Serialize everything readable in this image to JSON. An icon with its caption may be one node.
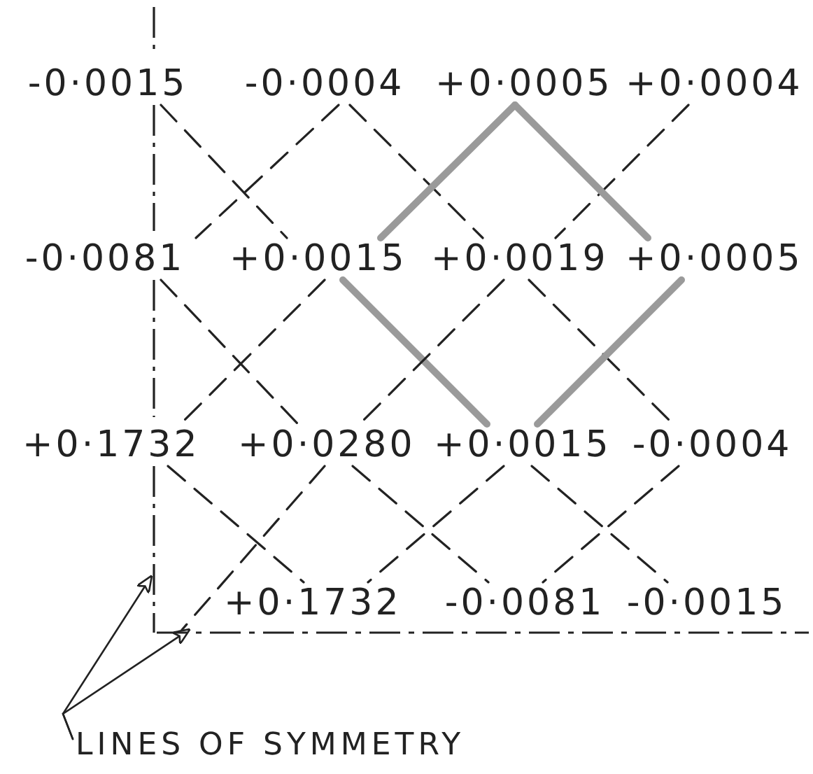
{
  "diagram": {
    "nodes": [
      {
        "text": [
          "-0·0015"
        ]
      },
      {
        "text": [
          "-0·0004"
        ]
      },
      {
        "text": [
          "+0·0005"
        ]
      },
      {
        "text": [
          "+0·0004"
        ]
      },
      {
        "text": [
          "-0·0081"
        ]
      },
      {
        "text": [
          "+0·0015"
        ]
      },
      {
        "text": [
          "+0·0019"
        ]
      },
      {
        "text": [
          "+0·0005"
        ]
      },
      {
        "text": [
          "+0·1732"
        ]
      },
      {
        "text": [
          "+0·0280"
        ]
      },
      {
        "text": [
          "+0·0015"
        ]
      },
      {
        "text": [
          "-0·0004"
        ]
      },
      {
        "text": [
          "+0·1732"
        ]
      },
      {
        "text": [
          "-0·0081"
        ]
      },
      {
        "text": [
          "-0·0015"
        ]
      },
      {
        "text": [],
        "shape": "line"
      },
      {
        "text": [],
        "shape": "line"
      },
      {
        "text": [
          "LINES OF SYMMETRY"
        ]
      }
    ],
    "edges": [
      {
        "from": 0,
        "to": 5,
        "arrow": "none",
        "style": "dashed"
      },
      {
        "from": 1,
        "to": 4,
        "arrow": "none",
        "style": "dashed"
      },
      {
        "from": 1,
        "to": 6,
        "arrow": "none",
        "style": "dashed"
      },
      {
        "from": 3,
        "to": 6,
        "arrow": "none",
        "style": "dashed"
      },
      {
        "from": 2,
        "to": 5,
        "arrow": "none",
        "style": "thick",
        "color": "#9a9a9a"
      },
      {
        "from": 2,
        "to": 7,
        "arrow": "none",
        "style": "thick",
        "color": "#9a9a9a"
      },
      {
        "from": 4,
        "to": 9,
        "arrow": "none",
        "style": "dashed"
      },
      {
        "from": 5,
        "to": 8,
        "arrow": "none",
        "style": "dashed"
      },
      {
        "from": 5,
        "to": 10,
        "arrow": "none",
        "style": "thick",
        "color": "#9a9a9a"
      },
      {
        "from": 6,
        "to": 9,
        "arrow": "none",
        "style": "dashed"
      },
      {
        "from": 6,
        "to": 11,
        "arrow": "none",
        "style": "dashed"
      },
      {
        "from": 7,
        "to": 10,
        "arrow": "none",
        "style": "thick",
        "color": "#9a9a9a"
      },
      {
        "from": 8,
        "to": 12,
        "arrow": "none",
        "style": "dashed"
      },
      {
        "from": 9,
        "to": 16,
        "arrow": "none",
        "style": "dashed"
      },
      {
        "from": 9,
        "to": 13,
        "arrow": "none",
        "style": "dashed"
      },
      {
        "from": 10,
        "to": 12,
        "arrow": "none",
        "style": "dashed"
      },
      {
        "from": 10,
        "to": 14,
        "arrow": "none",
        "style": "dashed"
      },
      {
        "from": 11,
        "to": 13,
        "arrow": "none",
        "style": "dashed"
      },
      {
        "from": 17,
        "to": 15,
        "arrow": "to"
      },
      {
        "from": 17,
        "to": 16,
        "arrow": "to"
      }
    ]
  }
}
